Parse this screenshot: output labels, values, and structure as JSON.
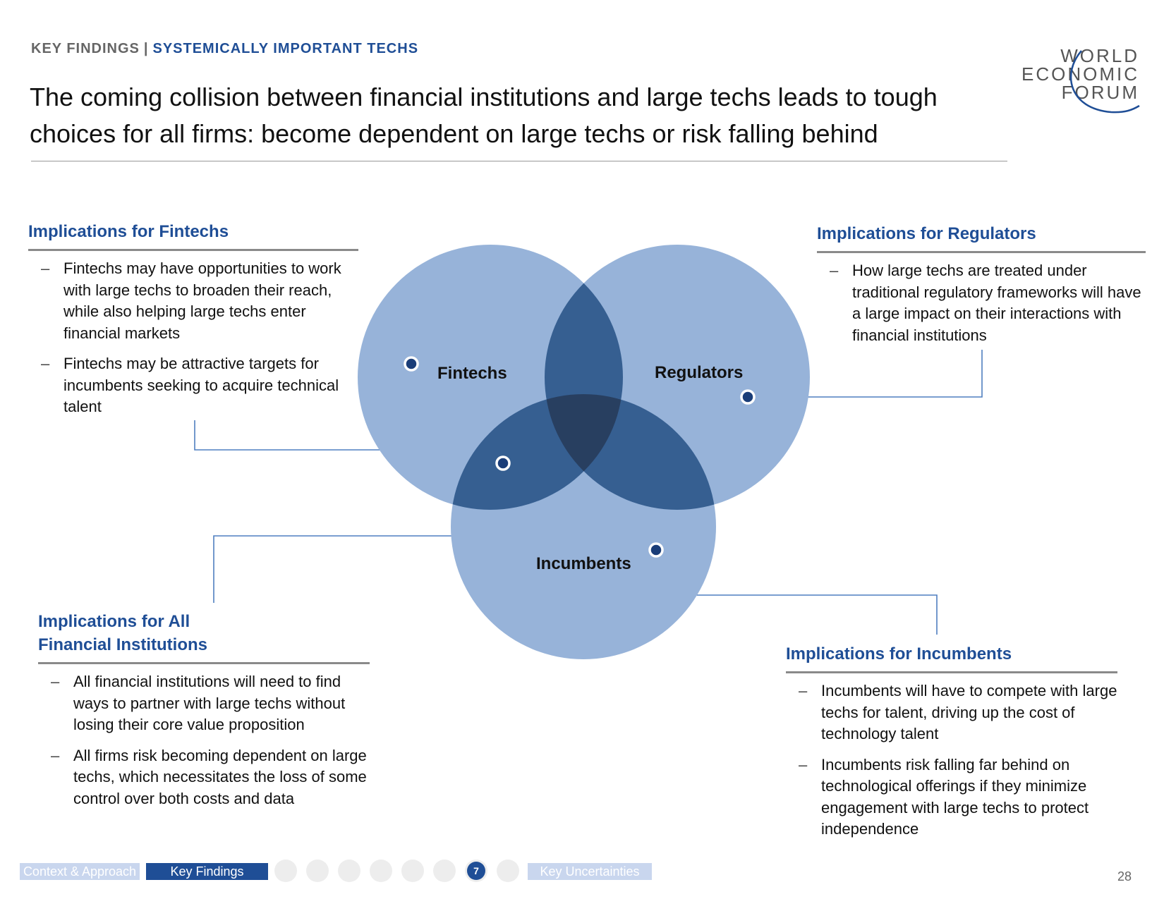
{
  "header": {
    "section": "KEY FINDINGS",
    "separator": "|",
    "topic": "SYSTEMICALLY IMPORTANT TECHS",
    "title": "The coming collision between financial institutions and large techs leads to tough choices for all firms: become dependent on large techs or risk falling behind"
  },
  "logo": {
    "line1": "WORLD",
    "line2": "ECONOMIC",
    "line3": "FORUM"
  },
  "venn": {
    "circle_color": "#97b3d9",
    "pair_color": "#365f91",
    "center_color": "#283f60",
    "labels": {
      "fintechs": "Fintechs",
      "regulators": "Regulators",
      "incumbents": "Incumbents"
    }
  },
  "panels": {
    "fintechs": {
      "title": "Implications for Fintechs",
      "bullets": [
        "Fintechs may have opportunities to work with large techs to broaden their reach, while also helping large techs enter financial markets",
        "Fintechs may be attractive targets for incumbents seeking to acquire technical talent"
      ]
    },
    "regulators": {
      "title": "Implications for Regulators",
      "bullets": [
        "How large techs are treated under traditional regulatory frameworks will have a large impact on their interactions with financial institutions"
      ]
    },
    "all_fi": {
      "title_line1": "Implications for All",
      "title_line2": "Financial Institutions",
      "bullets": [
        "All financial institutions will need to find ways to partner with large techs without losing their core value proposition",
        "All firms risk becoming dependent on large techs, which necessitates the loss of some control over both costs and data"
      ]
    },
    "incumbents": {
      "title": "Implications for Incumbents",
      "bullets": [
        "Incumbents will have to compete with large techs for talent, driving up the cost of technology talent",
        "Incumbents risk falling far behind on technological offerings if they minimize engagement with large techs to protect independence"
      ]
    }
  },
  "footer": {
    "nav_context": "Context & Approach",
    "nav_key_findings": "Key Findings",
    "current_step": "7",
    "nav_key_uncertainties": "Key Uncertainties",
    "page_number": "28"
  }
}
